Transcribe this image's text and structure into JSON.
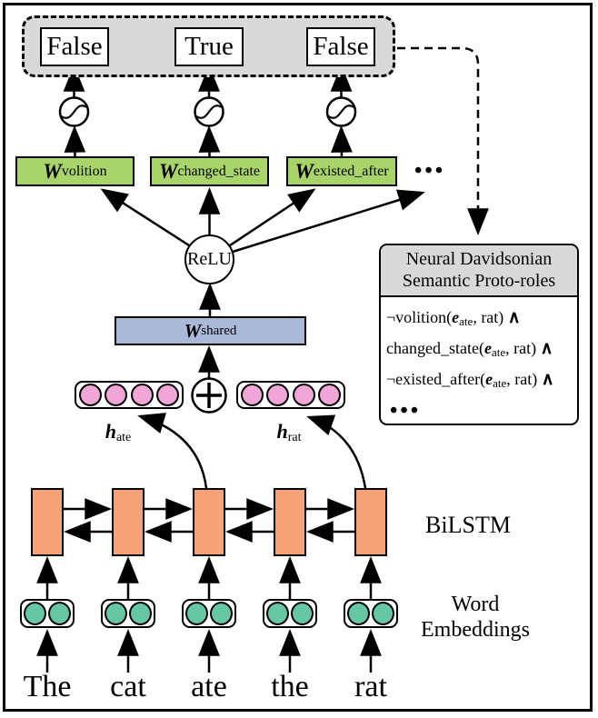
{
  "figure": {
    "outputs": [
      "False",
      "True",
      "False"
    ],
    "classifier_heads": [
      {
        "symbol": "W",
        "subscript": "volition"
      },
      {
        "symbol": "W",
        "subscript": "changed_state"
      },
      {
        "symbol": "W",
        "subscript": "existed_after"
      }
    ],
    "heads_ellipsis": "•••",
    "relu_label": "ReLU",
    "shared_layer": {
      "symbol": "W",
      "subscript": "shared"
    },
    "hidden_vectors": [
      {
        "symbol": "h",
        "subscript": "ate"
      },
      {
        "symbol": "h",
        "subscript": "rat"
      }
    ],
    "bilstm_label": "BiLSTM",
    "word_embeddings_label_line1": "Word",
    "word_embeddings_label_line2": "Embeddings",
    "words": [
      "The",
      "cat",
      "ate",
      "the",
      "rat"
    ],
    "panel": {
      "title_line1": "Neural Davidsonian",
      "title_line2": "Semantic Proto-roles",
      "lines": [
        {
          "neg": "¬",
          "pred": "volition(",
          "e": "e",
          "sub": "ate",
          "rest": ", rat) ",
          "conj": "∧"
        },
        {
          "neg": "",
          "pred": "changed_state(",
          "e": "e",
          "sub": "ate",
          "rest": ", rat) ",
          "conj": "∧"
        },
        {
          "neg": "¬",
          "pred": "existed_after(",
          "e": "e",
          "sub": "ate",
          "rest": ", rat) ",
          "conj": "∧"
        }
      ],
      "ellipsis": "•••"
    },
    "colors": {
      "green": "#a9d46a",
      "blue": "#abb9d9",
      "pink": "#f0a6d6",
      "orange": "#f5a376",
      "teal": "#66c7a5",
      "gray": "#d9d9d9"
    }
  }
}
